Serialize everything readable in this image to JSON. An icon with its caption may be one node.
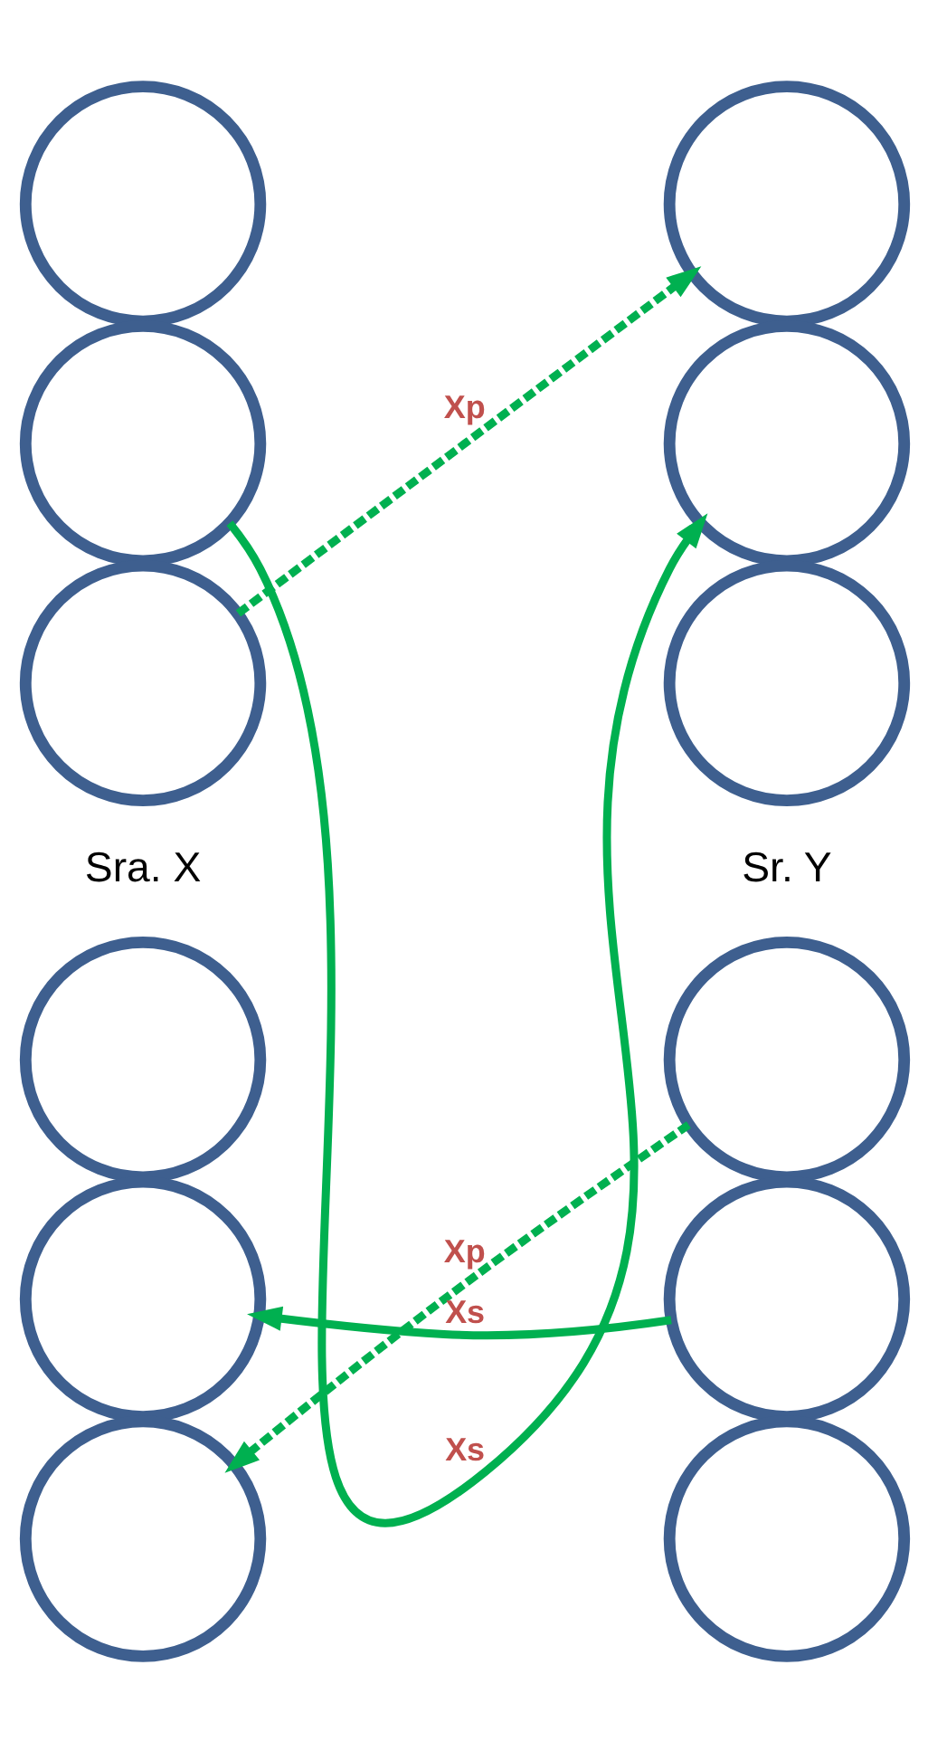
{
  "diagram": {
    "nodes": [
      {
        "text": [],
        "shape": "circle"
      },
      {
        "text": [],
        "shape": "circle"
      },
      {
        "text": [],
        "shape": "circle"
      },
      {
        "text": [],
        "shape": "circle"
      },
      {
        "text": [],
        "shape": "circle"
      },
      {
        "text": [],
        "shape": "circle"
      },
      {
        "text": [],
        "shape": "circle"
      },
      {
        "text": [],
        "shape": "circle"
      },
      {
        "text": [],
        "shape": "circle"
      },
      {
        "text": [],
        "shape": "circle"
      },
      {
        "text": [],
        "shape": "circle"
      },
      {
        "text": [],
        "shape": "circle"
      }
    ],
    "edges": [
      {
        "from": 1,
        "to": 4,
        "arrow": "to",
        "label": "Xs"
      },
      {
        "from": 2,
        "to": 3,
        "arrow": "to",
        "label": "Xp",
        "style": "dashed"
      },
      {
        "from": 10,
        "to": 7,
        "arrow": "to",
        "label": "Xs"
      },
      {
        "from": 9,
        "to": 8,
        "arrow": "to",
        "label": "Xp",
        "style": "dashed"
      }
    ],
    "labels": [
      "Sra. X",
      "Sr. Y"
    ]
  }
}
